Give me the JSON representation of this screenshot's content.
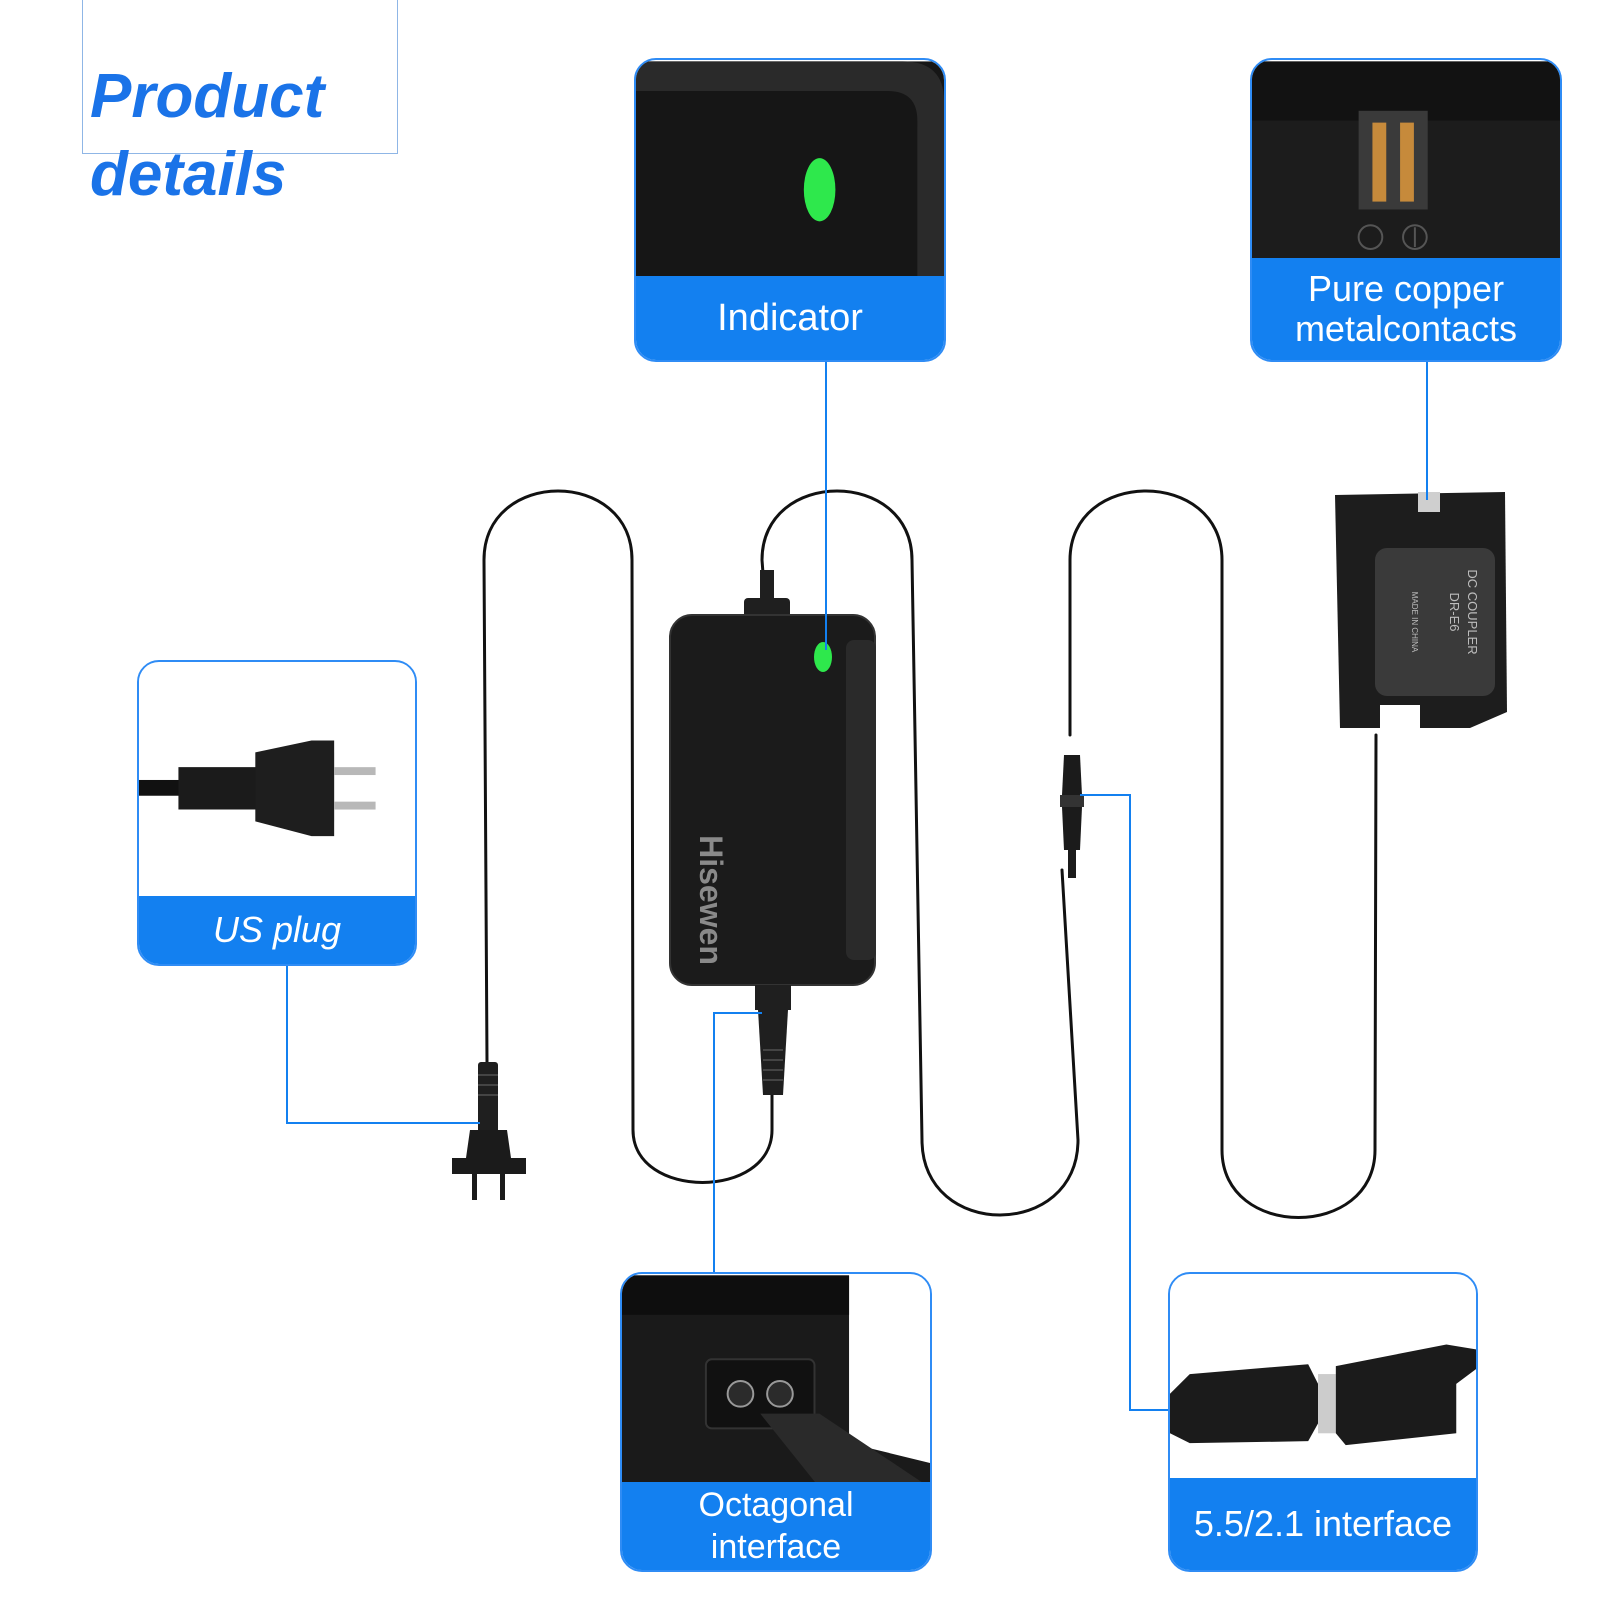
{
  "title": {
    "line1": "Product",
    "line2": "details"
  },
  "device": {
    "brand": "Hisewen",
    "coupler_text_1": "DC COUPLER",
    "coupler_text_2": "DR-E6",
    "coupler_text_3": "MADE IN CHINA"
  },
  "callouts": {
    "indicator": "Indicator",
    "copper_line1": "Pure copper",
    "copper_line2": "metalcontacts",
    "us_plug": "US plug",
    "octagonal_line1": "Octagonal",
    "octagonal_line2": "interface",
    "dc_interface": "5.5/2.1 interface"
  },
  "colors": {
    "accent_blue": "#1380f0",
    "title_blue": "#1a73e8",
    "indicator_green": "#2ee84c",
    "device_black": "#1b1b1b"
  }
}
